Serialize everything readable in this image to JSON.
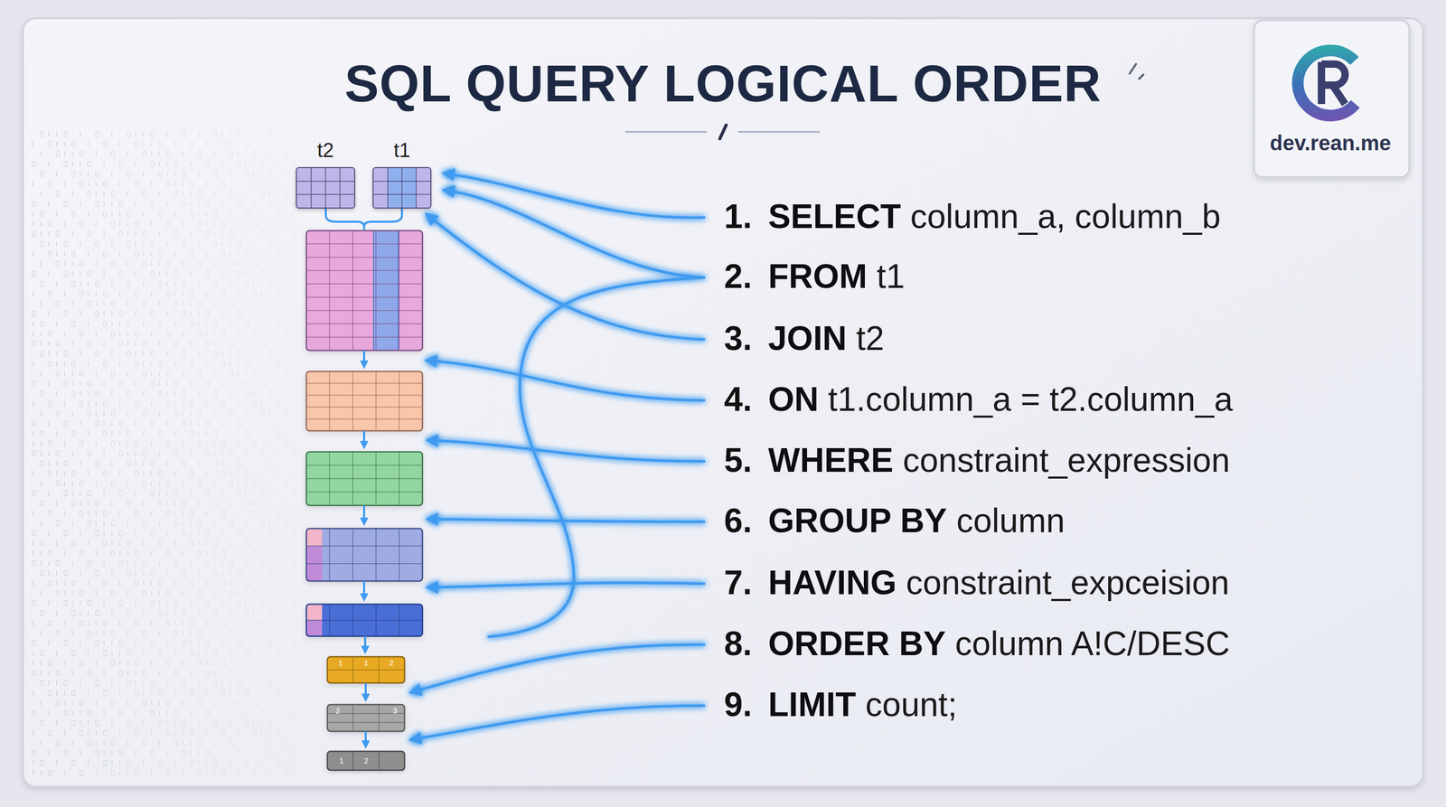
{
  "diagram": {
    "title": "SQL QUERY LOGICAL ORDER",
    "nodes": [
      {
        "text": [
          "t2"
        ]
      },
      {
        "text": [
          "t1"
        ]
      }
    ],
    "labels": [
      "1.",
      "SELECT",
      "column_a, column_b",
      "2.",
      "FROM",
      "t1",
      "3.",
      "JOIN",
      "t2",
      "4.",
      "ON",
      "t1.column_a = t2.column_a",
      "5.",
      "WHERE",
      "constraint_expression",
      "6.",
      "GROUP BY",
      "column",
      "7.",
      "HAVING",
      "constraint_expceision",
      "8.",
      "ORDER BY",
      "column A!C/DESC",
      "9.",
      "LIMIT",
      "count;",
      "1",
      "1",
      "2",
      "2",
      "3",
      "1",
      "2",
      "dev.rean.me"
    ]
  }
}
